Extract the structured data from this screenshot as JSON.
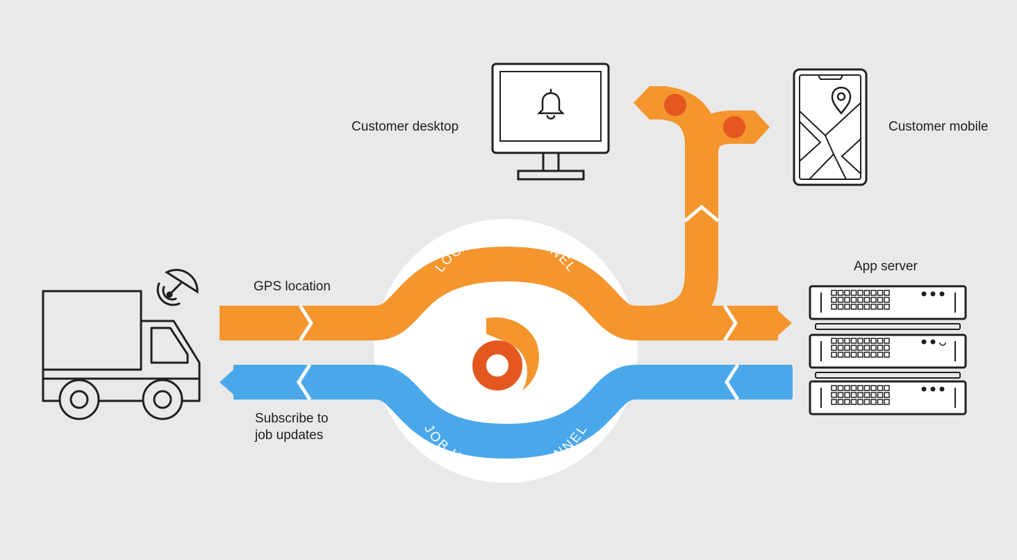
{
  "labels": {
    "customer_desktop": "Customer desktop",
    "customer_mobile": "Customer mobile",
    "gps_location": "GPS location",
    "app_server": "App server",
    "subscribe": "Subscribe to\njob updates"
  },
  "channels": {
    "location": "LOCATION CHANNEL",
    "job_updates": "JOB UPDATES CHANNEL"
  },
  "icons": {
    "truck": "truck-icon",
    "satellite_dish": "satellite-dish-icon",
    "desktop": "desktop-monitor-icon",
    "bell": "bell-icon",
    "mobile": "mobile-phone-icon",
    "map_pin": "map-pin-icon",
    "server": "server-rack-icon",
    "hub_logo": "ably-logo-icon"
  },
  "colors": {
    "background": "#e9e9e9",
    "orange": "#f4952d",
    "orange_dot": "#e4571f",
    "blue": "#4aa8ea",
    "hub": "#ffffff",
    "logo_ring": "#e4571f",
    "logo_arc": "#f4952d",
    "outline": "#1f1f1f"
  }
}
